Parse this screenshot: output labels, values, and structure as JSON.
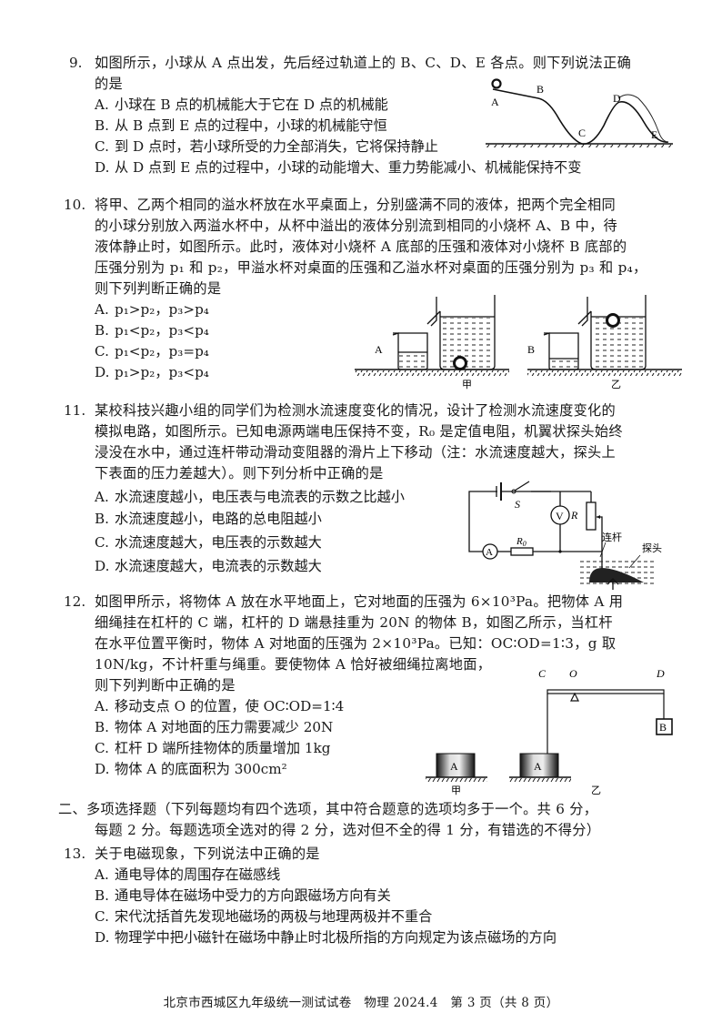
{
  "questions": {
    "q9": {
      "number": "9.",
      "stem_line1": "如图所示，小球从 A 点出发，先后经过轨道上的 B、C、D、E 各点。则下列说法正确",
      "stem_line2": "的是",
      "options": [
        {
          "label": "A.",
          "text": "小球在 B 点的机械能大于它在 D 点的机械能"
        },
        {
          "label": "B.",
          "text": "从 B 点到 E 点的过程中，小球的机械能守恒"
        },
        {
          "label": "C.",
          "text": "到 D 点时，若小球所受的力全部消失，它将保持静止"
        },
        {
          "label": "D.",
          "text": "从 D 点到 E 点的过程中，小球的动能增大、重力势能减小、机械能保持不变"
        }
      ],
      "figure": {
        "points": [
          "A",
          "B",
          "C",
          "D",
          "E"
        ]
      }
    },
    "q10": {
      "number": "10.",
      "stem_lines": [
        "将甲、乙两个相同的溢水杯放在水平桌面上，分别盛满不同的液体，把两个完全相同",
        "的小球分别放入两溢水杯中，从杯中溢出的液体分别流到相同的小烧杯 A、B 中，待",
        "液体静止时，如图所示。此时，液体对小烧杯 A 底部的压强和液体对小烧杯 B 底部的",
        "压强分别为 p₁ 和 p₂，甲溢水杯对桌面的压强和乙溢水杯对桌面的压强分别为 p₃ 和 p₄，",
        "则下列判断正确的是"
      ],
      "options": [
        {
          "label": "A.",
          "text": "p₁>p₂，p₃>p₄"
        },
        {
          "label": "B.",
          "text": "p₁<p₂，p₃<p₄"
        },
        {
          "label": "C.",
          "text": "p₁<p₂，p₃=p₄"
        },
        {
          "label": "D.",
          "text": "p₁>p₂，p₃<p₄"
        }
      ],
      "figure": {
        "beaker_a": "A",
        "beaker_b": "B",
        "caption_left": "甲",
        "caption_right": "乙"
      }
    },
    "q11": {
      "number": "11.",
      "stem_lines": [
        "某校科技兴趣小组的同学们为检测水流速度变化的情况，设计了检测水流速度变化的",
        "模拟电路，如图所示。已知电源两端电压保持不变，R₀ 是定值电阻，机翼状探头始终",
        "浸没在水中，通过连杆带动滑动变阻器的滑片上下移动（注：水流速度越大，探头上",
        "下表面的压力差越大）。则下列分析中正确的是"
      ],
      "options": [
        {
          "label": "A.",
          "text": "水流速度越小，电压表与电流表的示数之比越小"
        },
        {
          "label": "B.",
          "text": "水流速度越小，电路的总电阻越小"
        },
        {
          "label": "C.",
          "text": "水流速度越大，电压表的示数越大"
        },
        {
          "label": "D.",
          "text": "水流速度越大，电流表的示数越大"
        }
      ],
      "figure": {
        "switch": "S",
        "voltmeter": "V",
        "ammeter": "A",
        "rheostat": "R",
        "resistor": "R0",
        "rod_label": "连杆",
        "probe_label": "探头"
      }
    },
    "q12": {
      "number": "12.",
      "stem_lines": [
        "如图甲所示，将物体 A 放在水平地面上，它对地面的压强为 6×10³Pa。把物体 A 用",
        "细绳挂在杠杆的 C 端，杠杆的 D 端悬挂重为 20N 的物体 B，如图乙所示，当杠杆",
        "在水平位置平衡时，物体 A 对地面的压强为 2×10³Pa。已知：OC∶OD=1∶3，g 取",
        "10N/kg，不计杆重与绳重。要使物体 A 恰好被细绳拉离地面，",
        "则下列判断中正确的是"
      ],
      "options": [
        {
          "label": "A.",
          "text": "移动支点 O 的位置，使 OC∶OD=1∶4"
        },
        {
          "label": "B.",
          "text": "物体 A 对地面的压力需要减少 20N"
        },
        {
          "label": "C.",
          "text": "杠杆 D 端所挂物体的质量增加 1kg"
        },
        {
          "label": "D.",
          "text": "物体 A 的底面积为 300cm²"
        }
      ],
      "figure": {
        "point_c": "C",
        "point_o": "O",
        "point_d": "D",
        "block_a": "A",
        "block_b": "B",
        "caption_left": "甲",
        "caption_right": "乙"
      }
    }
  },
  "section2": {
    "line1": "二、多项选择题（下列每题均有四个选项，其中符合题意的选项均多于一个。共 6 分，",
    "line2": "每题 2 分。每题选项全选对的得 2 分，选对但不全的得 1 分，有错选的不得分）"
  },
  "q13": {
    "number": "13.",
    "stem": "关于电磁现象，下列说法中正确的是",
    "options": [
      {
        "label": "A.",
        "text": "通电导体的周围存在磁感线"
      },
      {
        "label": "B.",
        "text": "通电导体在磁场中受力的方向跟磁场方向有关"
      },
      {
        "label": "C.",
        "text": "宋代沈括首先发现地磁场的两极与地理两极并不重合"
      },
      {
        "label": "D.",
        "text": "物理学中把小磁针在磁场中静止时北极所指的方向规定为该点磁场的方向"
      }
    ]
  },
  "footer": "北京市西城区九年级统一测试试卷　物理 2024.4　第 3 页（共 8 页）"
}
